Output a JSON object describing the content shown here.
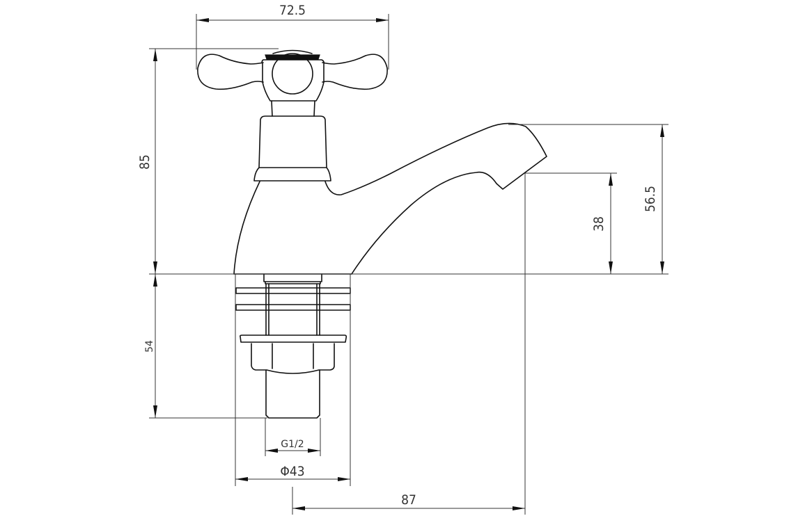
{
  "drawing": {
    "subject": "Basin pillar tap with crosshead handle — side elevation",
    "units": "mm",
    "dimensions": {
      "handle_width": "72.5",
      "height_above_deck": "85",
      "tail_length": "54",
      "spout_height": "56.5",
      "outlet_height": "38",
      "thread_size": "G1/2",
      "base_diameter": "Φ43",
      "spout_reach": "87"
    }
  }
}
